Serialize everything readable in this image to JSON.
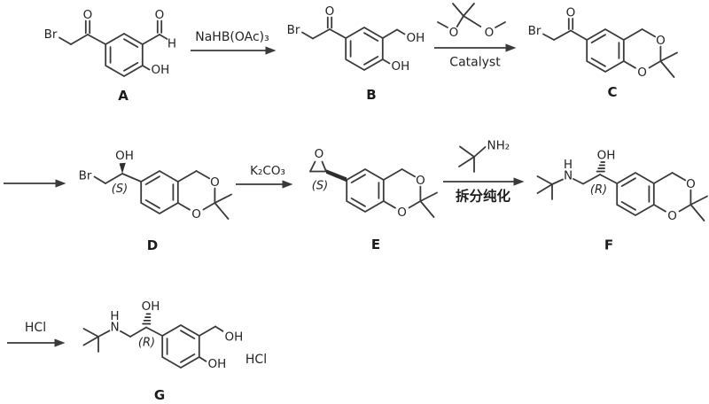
{
  "colors": {
    "background": "#ffffff",
    "ink": "#3a3a3a"
  },
  "atoms": {
    "br": "Br",
    "o": "O",
    "oh": "OH",
    "h": "H",
    "n": "N",
    "nh2": "NH₂",
    "s": "(S)",
    "r": "(R)"
  },
  "compounds": {
    "a": {
      "label": "A"
    },
    "b": {
      "label": "B"
    },
    "c": {
      "label": "C"
    },
    "d": {
      "label": "D"
    },
    "e": {
      "label": "E"
    },
    "f": {
      "label": "F"
    },
    "g": {
      "label": "G",
      "salt": "HCl"
    }
  },
  "reagents": {
    "step1": "NaHB(OAc)₃",
    "step2": "Catalyst",
    "step3": "K₂CO₃",
    "step4": "拆分纯化",
    "step5": "HCl"
  }
}
